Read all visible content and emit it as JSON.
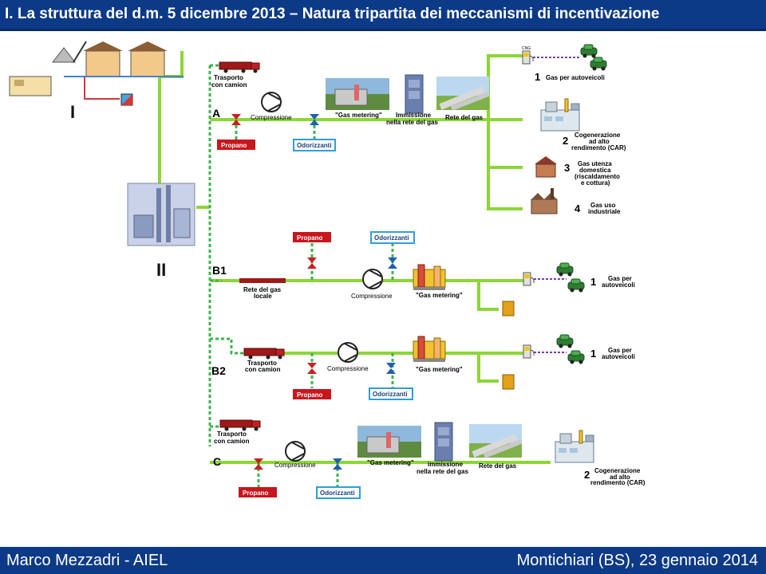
{
  "header": {
    "title": "I. La struttura del d.m. 5 dicembre 2013 – Natura tripartita dei meccanismi di incentivazione"
  },
  "footer": {
    "author": "Marco Mezzadri - AIEL",
    "place_date": "Montichiari (BS), 23 gennaio 2014"
  },
  "colors": {
    "bar": "#0d3a86",
    "pipe": "#8cd636",
    "dashed": "#3cb44b",
    "valve": "#cc1f1f",
    "valve_blue": "#1f5fb0",
    "propano_box": "#c8161d",
    "odorizzanti_border": "#2f9fd6"
  },
  "diagram": {
    "roman_1": "I",
    "roman_2": "II",
    "path_a": "A",
    "path_b1": "B1",
    "path_b2": "B2",
    "path_c": "C",
    "truck_a_1": "Trasporto",
    "truck_a_2": "con camion",
    "compressione": "Compressione",
    "gas_metering": "\"Gas metering\"",
    "immissione_1": "Immissione",
    "immissione_2": "nella rete del gas",
    "rete_gas": "Rete del gas",
    "propano": "Propano",
    "odorizzanti": "Odorizzanti",
    "out1_num": "1",
    "out1_label": "Gas per autoveicoli",
    "out2_num": "2",
    "out2_l1": "Cogenerazione",
    "out2_l2": "ad alto",
    "out2_l3": "rendimento (CAR)",
    "out3_num": "3",
    "out3_l1": "Gas utenza",
    "out3_l2": "domestica",
    "out3_l3": "(riscaldamento",
    "out3_l4": "e cottura)",
    "out4_num": "4",
    "out4_l1": "Gas uso",
    "out4_l2": "industriale",
    "rete_locale_1": "Rete del gas",
    "rete_locale_2": "locale",
    "gas_per": "Gas per",
    "autoveicoli": "autoveicoli",
    "truck_b2_1": "Trasporto",
    "truck_b2_2": "con camion",
    "truck_c_1": "Trasporto",
    "truck_c_2": "con camion",
    "immissione_c_1": "immissione",
    "immissione_c_2": "nella rete del gas",
    "cng": "CNG"
  }
}
